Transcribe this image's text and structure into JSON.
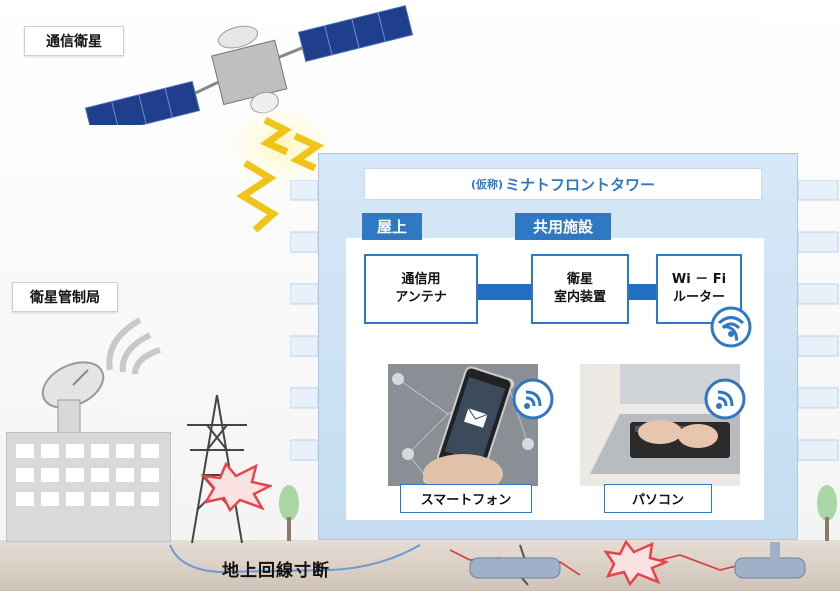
{
  "labels": {
    "satellite": "通信衛星",
    "ground_station": "衛星管制局",
    "cable_cut": "地上回線寸断"
  },
  "tower": {
    "title_small": "(仮称)",
    "title_main": "ミナトフロントタワー",
    "rooftop_tag": "屋上",
    "shared_tag": "共用施設"
  },
  "equipment": {
    "antenna_line1": "通信用",
    "antenna_line2": "アンテナ",
    "indoor_line1": "衛星",
    "indoor_line2": "室内装置",
    "router_line1": "Wi － Fi",
    "router_line2": "ルーター"
  },
  "devices": {
    "smartphone": "スマートフォン",
    "pc": "パソコン"
  },
  "icons": [
    "wifi-icon",
    "satellite-icon",
    "satellite-dish-icon",
    "power-tower-icon",
    "burst-icon",
    "tree-icon",
    "signal-waves-icon",
    "lightning-icon"
  ],
  "colors": {
    "accent_blue": "#2f78c4",
    "link_blue": "#1f6fc2",
    "building_glass": "#cfe3f4",
    "ground": "#d8cfc7",
    "burst_red": "#e8434b"
  }
}
